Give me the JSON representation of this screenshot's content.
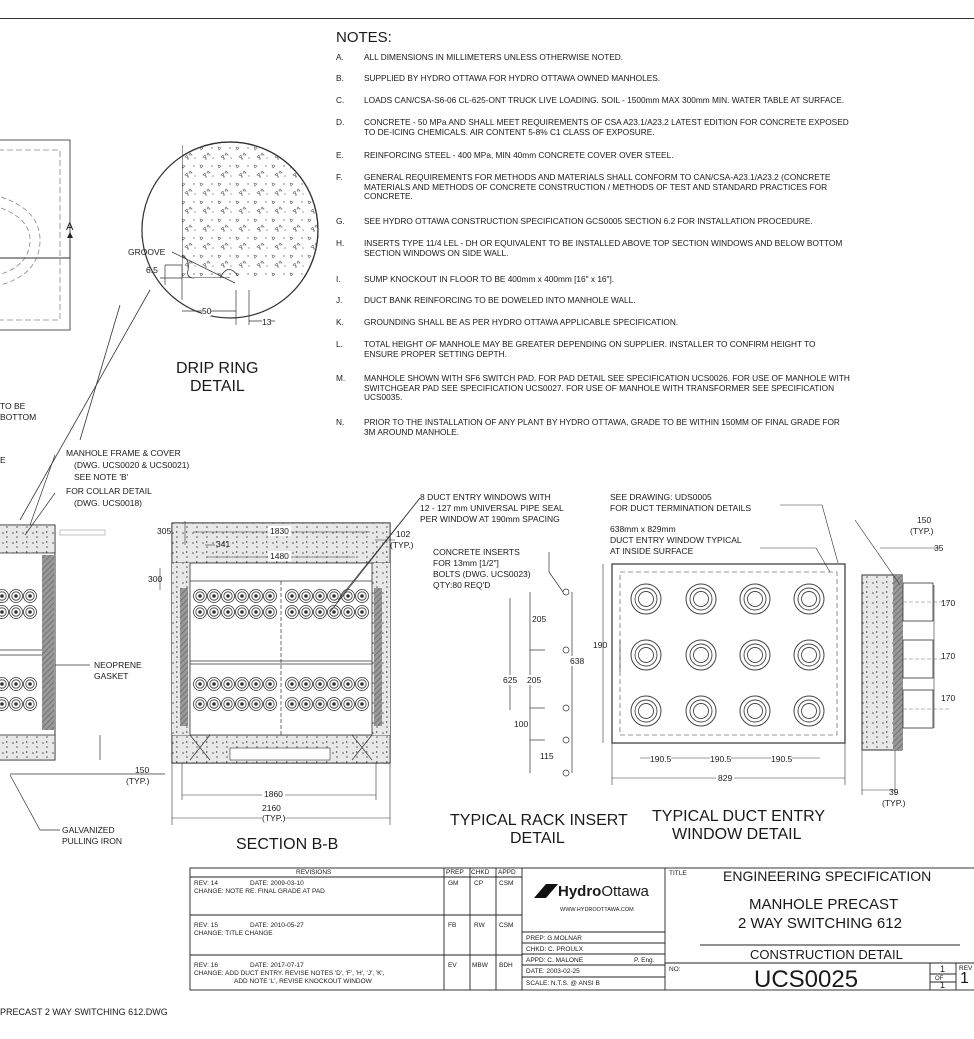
{
  "notes": {
    "heading": "NOTES:",
    "items": [
      {
        "letter": "A.",
        "text": "ALL DIMENSIONS IN MILLIMETERS UNLESS OTHERWISE NOTED."
      },
      {
        "letter": "B.",
        "text": "SUPPLIED BY HYDRO OTTAWA FOR HYDRO OTTAWA OWNED MANHOLES."
      },
      {
        "letter": "C.",
        "text": "LOADS CAN/CSA-S6-06 CL-625-ONT TRUCK LIVE LOADING. SOIL - 1500mm MAX 300mm MIN. WATER TABLE AT SURFACE."
      },
      {
        "letter": "D.",
        "text": "CONCRETE - 50 MPa AND SHALL MEET REQUIREMENTS OF CSA A23.1/A23.2 LATEST EDITION FOR CONCRETE EXPOSED",
        "text2": "TO DE-ICING CHEMICALS. AIR CONTENT 5-8% C1 CLASS OF EXPOSURE."
      },
      {
        "letter": "E.",
        "text": "REINFORCING STEEL - 400 MPa, MIN 40mm CONCRETE COVER OVER STEEL."
      },
      {
        "letter": "F.",
        "text": "GENERAL REQUIREMENTS FOR METHODS AND MATERIALS SHALL CONFORM TO CAN/CSA-A23.1/A23.2 (CONCRETE",
        "text2": "MATERIALS AND METHODS OF CONCRETE CONSTRUCTION / METHODS OF TEST AND STANDARD PRACTICES FOR",
        "text3": "CONCRETE."
      },
      {
        "letter": "G.",
        "text": "SEE HYDRO OTTAWA CONSTRUCTION SPECIFICATION GCS0005 SECTION 6.2 FOR INSTALLATION PROCEDURE."
      },
      {
        "letter": "H.",
        "text": "INSERTS TYPE 11/4 LEL - DH OR EQUIVALENT TO BE INSTALLED ABOVE TOP SECTION WINDOWS AND BELOW BOTTOM",
        "text2": "SECTION WINDOWS ON SIDE WALL."
      },
      {
        "letter": "I.",
        "text": "SUMP KNOCKOUT IN FLOOR TO BE 400mm x 400mm [16\" x 16\"]."
      },
      {
        "letter": "J.",
        "text": "DUCT BANK REINFORCING TO BE DOWELED INTO MANHOLE WALL."
      },
      {
        "letter": "K.",
        "text": "GROUNDING SHALL BE AS PER HYDRO OTTAWA APPLICABLE SPECIFICATION."
      },
      {
        "letter": "L.",
        "text": "TOTAL HEIGHT OF MANHOLE MAY BE GREATER DEPENDING ON SUPPLIER. INSTALLER TO CONFIRM HEIGHT TO",
        "text2": "ENSURE PROPER SETTING DEPTH."
      },
      {
        "letter": "M.",
        "text": "MANHOLE SHOWN WITH SF6 SWITCH PAD. FOR PAD DETAIL SEE SPECIFICATION UCS0026. FOR USE OF MANHOLE WITH",
        "text2": "SWITCHGEAR PAD SEE SPECIFICATION UCS0027. FOR USE OF MANHOLE WITH TRANSFORMER SEE SPECIFICATION",
        "text3": "UCS0035."
      },
      {
        "letter": "N.",
        "text": "PRIOR TO THE INSTALLATION OF  ANY PLANT BY HYDRO OTTAWA, GRADE TO BE WITHIN 150MM OF FINAL GRADE FOR",
        "text2": "3M AROUND MANHOLE."
      }
    ]
  },
  "drip_ring": {
    "title1": "DRIP RING",
    "title2": "DETAIL",
    "groove": "GROOVE",
    "dim_65": "6.5",
    "dim_50": "50",
    "dim_13": "13"
  },
  "section_a_label": "A",
  "left_labels": {
    "to_be": "TO BE",
    "bottom": "BOTTOM",
    "e": "E",
    "frame1": "MANHOLE FRAME & COVER",
    "frame2": "(DWG. UCS0020 & UCS0021)",
    "frame3": "SEE NOTE 'B'",
    "collar1": "FOR COLLAR DETAIL",
    "collar2": "(DWG. UCS0018)",
    "neoprene1": "NEOPRENE",
    "neoprene2": "GASKET",
    "galv1": "GALVANIZED",
    "galv2": "PULLING IRON",
    "typ150a": "150",
    "typ150b": "(TYP.)"
  },
  "section_bb": {
    "title": "SECTION B-B",
    "d305": "305",
    "d341": "341",
    "d1830": "1830",
    "d1480": "1480",
    "d300": "300",
    "d102": "102",
    "d102typ": "(TYP.)",
    "d1860": "1860",
    "d2160": "2160",
    "d2160typ": "(TYP.)"
  },
  "rack_insert": {
    "windows1": "8 DUCT ENTRY WINDOWS WITH",
    "windows2": "12 - 127 mm UNIVERSAL PIPE SEAL",
    "windows3": "PER WINDOW AT 190mm SPACING",
    "inserts1": "CONCRETE INSERTS",
    "inserts2": "FOR 13mm [1/2\"]",
    "inserts3": "BOLTS (DWG. UCS0023)",
    "inserts4": "QTY:80 REQ'D",
    "d205a": "205",
    "d205b": "205",
    "d625": "625",
    "d100": "100",
    "d115": "115",
    "title1": "TYPICAL RACK INSERT",
    "title2": "DETAIL"
  },
  "duct_entry": {
    "see1": "SEE DRAWING: UDS0005",
    "see2": "FOR DUCT TERMINATION DETAILS",
    "win1": "638mm x 829mm",
    "win2": "DUCT ENTRY WINDOW TYPICAL",
    "win3": "AT INSIDE SURFACE",
    "d638": "638",
    "d190": "190",
    "d1905a": "190.5",
    "d1905b": "190.5",
    "d1905c": "190.5",
    "d829": "829",
    "title1": "TYPICAL DUCT ENTRY",
    "title2": "WINDOW DETAIL"
  },
  "side_detail": {
    "d150": "150",
    "d150typ": "(TYP.)",
    "d35": "35",
    "d170a": "170",
    "d170b": "170",
    "d170c": "170",
    "d39": "39",
    "d39typ": "(TYP.)"
  },
  "title_block": {
    "revisions_head": "REVISIONS",
    "prep_head": "PREP",
    "chkd_head": "CHKD",
    "appd_head": "APPD",
    "rev14": "REV: 14",
    "rev14_date": "DATE: 2009-03-10",
    "rev14_change": "CHANGE:  NOTE RE. FINAL GRADE AT PAD",
    "rev14_prep": "GM",
    "rev14_chkd": "CP",
    "rev14_appd": "CSM",
    "rev15": "REV: 15",
    "rev15_date": "DATE: 2010-05-27",
    "rev15_change": "CHANGE:  TITLE CHANGE",
    "rev15_prep": "FB",
    "rev15_chkd": "RW",
    "rev15_appd": "CSM",
    "rev16": "REV: 16",
    "rev16_date": "DATE: 2017-07-17",
    "rev16_change": "CHANGE:  ADD DUCT ENTRY. REVISE NOTES 'D', 'F', 'H', 'J', 'K',",
    "rev16_change2": "ADD NOTE 'L', REVISE KNOCKOUT WINDOW",
    "rev16_prep": "EV",
    "rev16_chkd": "MBW",
    "rev16_appd": "BDH",
    "logo_hydro": "Hydro",
    "logo_ottawa": "Ottawa",
    "website": "WWW.HYDROOTTAWA.COM",
    "prep": "PREP:  G.MOLNAR",
    "chkd": "CHKD:  C. PROULX",
    "appd": "APPD:  C. MALONE",
    "peng": "P. Eng.",
    "date": "DATE:  2003-02-25",
    "scale": "SCALE:  N.T.S. @ ANSI B",
    "title_label": "TITLE",
    "spec": "ENGINEERING SPECIFICATION",
    "name1": "MANHOLE PRECAST",
    "name2": "2 WAY SWITCHING 612",
    "construction": "CONSTRUCTION DETAIL",
    "no_label": "NO:",
    "number": "UCS0025",
    "sheet": "1",
    "of": "OF",
    "sheets": "1",
    "rev_label": "REV",
    "rev_value": "1"
  },
  "footer": "PRECAST 2 WAY SWITCHING 612.DWG"
}
